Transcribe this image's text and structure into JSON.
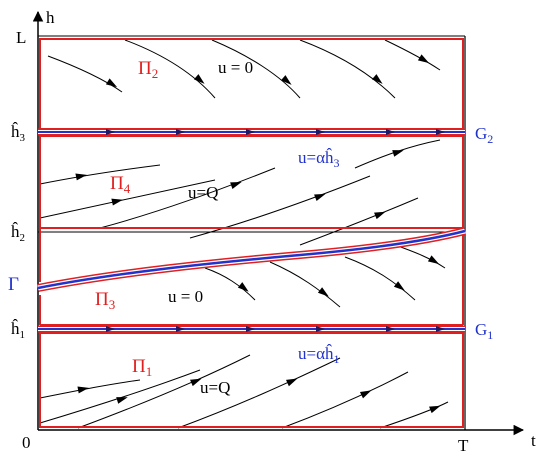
{
  "axes": {
    "x_arrow_label": "t",
    "y_arrow_label": "h",
    "origin_label": "0",
    "x_end_label": "T"
  },
  "y_ticks": {
    "L": "L",
    "h3": "ĥ",
    "h3_sub": "3",
    "h2": "ĥ",
    "h2_sub": "2",
    "h1": "ĥ",
    "h1_sub": "1"
  },
  "regions": {
    "p2": {
      "main": "Π",
      "sub": "2"
    },
    "p4": {
      "main": "Π",
      "sub": "4"
    },
    "p3": {
      "main": "Π",
      "sub": "3"
    },
    "p1": {
      "main": "Π",
      "sub": "1"
    },
    "ctrl_p2": "u = 0",
    "ctrl_p4": "u=Q",
    "ctrl_p3": "u = 0",
    "ctrl_p1": "u=Q"
  },
  "boundaries": {
    "g2": {
      "main": "G",
      "sub": "2"
    },
    "g1": {
      "main": "G",
      "sub": "1"
    },
    "gamma": "Γ",
    "ctrl_g3": {
      "main": "u=αĥ",
      "sub": "3"
    },
    "ctrl_g1": {
      "main": "u=αĥ",
      "sub": "1"
    }
  },
  "colors": {
    "region_border": "#e02020",
    "boundary_line": "#2233cc",
    "axis": "#000000",
    "trajectory": "#000000"
  }
}
